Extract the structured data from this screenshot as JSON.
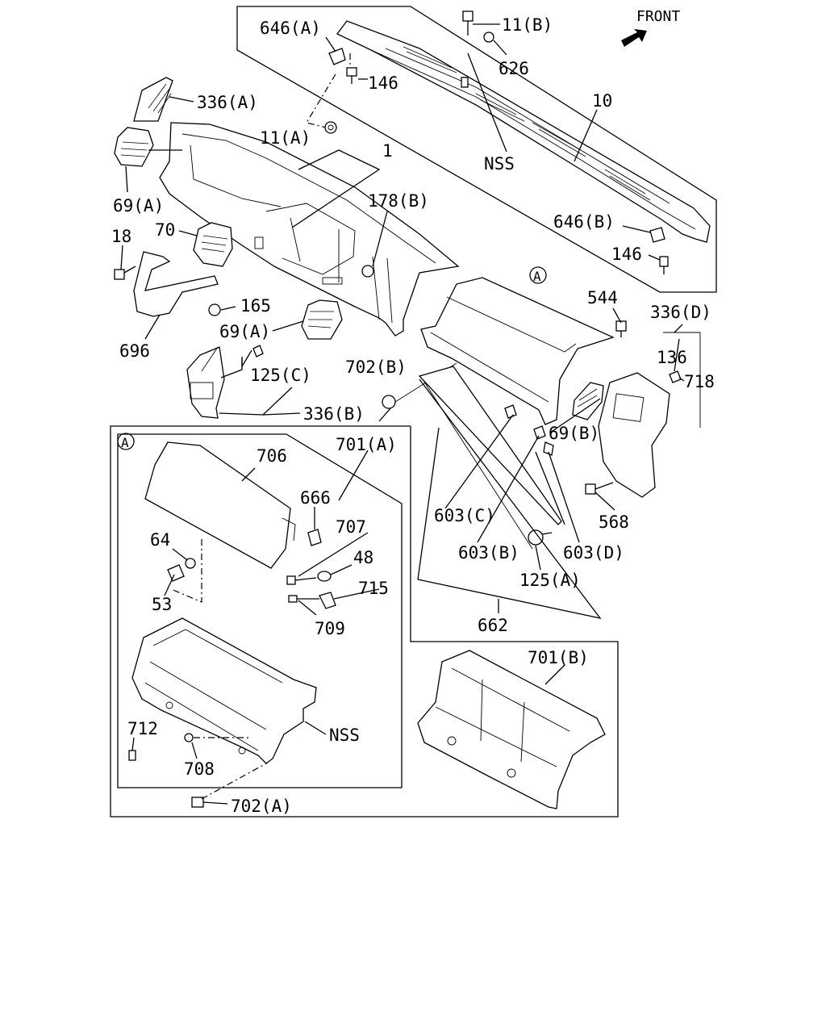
{
  "front": "FRONT",
  "labels": {
    "l_646a": "646(A)",
    "l_11b": "11(B)",
    "l_626": "626",
    "l_146a": "146",
    "l_336a": "336(A)",
    "l_11a": "11(A)",
    "l_10": "10",
    "l_nss1": "NSS",
    "l_1": "1",
    "l_69a1": "69(A)",
    "l_178b": "178(B)",
    "l_646b": "646(B)",
    "l_146b": "146",
    "l_18": "18",
    "l_70": "70",
    "l_165": "165",
    "l_696": "696",
    "l_69a2": "69(A)",
    "l_125c": "125(C)",
    "l_336b": "336(B)",
    "l_A1": "A",
    "l_544": "544",
    "l_336d": "336(D)",
    "l_136": "136",
    "l_718": "718",
    "l_702b": "702(B)",
    "l_69b": "69(B)",
    "l_568": "568",
    "l_603c": "603(C)",
    "l_603b": "603(B)",
    "l_603d": "603(D)",
    "l_125a": "125(A)",
    "l_662": "662",
    "l_A2": "A",
    "l_701a": "701(A)",
    "l_706": "706",
    "l_666": "666",
    "l_64": "64",
    "l_707": "707",
    "l_48": "48",
    "l_53": "53",
    "l_715": "715",
    "l_709": "709",
    "l_712": "712",
    "l_nss2": "NSS",
    "l_708": "708",
    "l_702a": "702(A)",
    "l_701b": "701(B)"
  }
}
